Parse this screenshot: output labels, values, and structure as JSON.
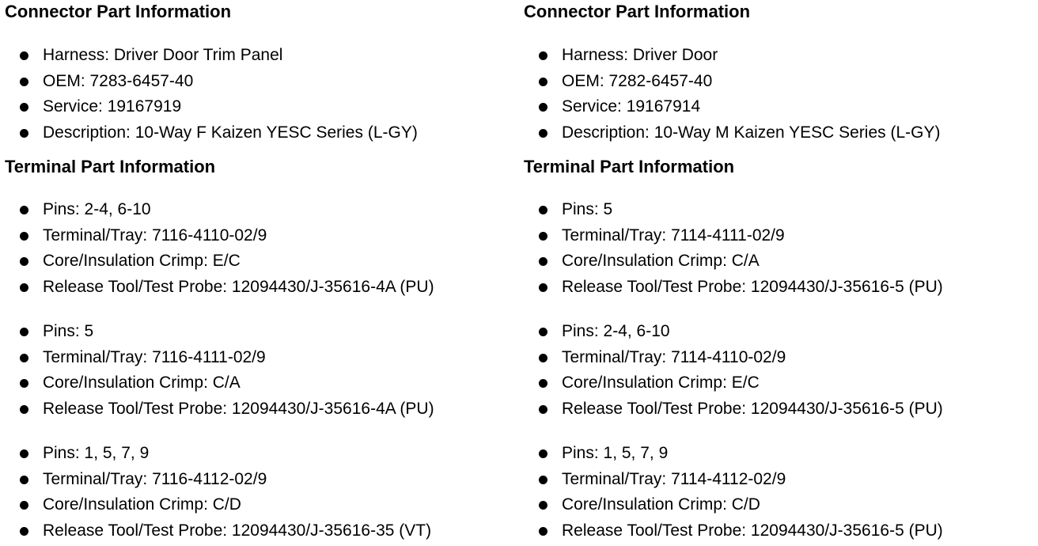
{
  "left": {
    "connector_heading": "Connector Part Information",
    "connector_items": [
      "Harness: Driver Door Trim Panel",
      "OEM: 7283-6457-40",
      "Service: 19167919",
      "Description: 10-Way F Kaizen YESC Series (L-GY)"
    ],
    "terminal_heading": "Terminal Part Information",
    "terminal_groups": [
      [
        "Pins: 2-4, 6-10",
        "Terminal/Tray: 7116-4110-02/9",
        "Core/Insulation Crimp: E/C",
        "Release Tool/Test Probe: 12094430/J-35616-4A (PU)"
      ],
      [
        "Pins: 5",
        "Terminal/Tray: 7116-4111-02/9",
        "Core/Insulation Crimp: C/A",
        "Release Tool/Test Probe: 12094430/J-35616-4A (PU)"
      ],
      [
        "Pins: 1, 5, 7, 9",
        "Terminal/Tray: 7116-4112-02/9",
        "Core/Insulation Crimp: C/D",
        "Release Tool/Test Probe: 12094430/J-35616-35 (VT)"
      ]
    ]
  },
  "right": {
    "connector_heading": "Connector Part Information",
    "connector_items": [
      "Harness: Driver Door",
      "OEM: 7282-6457-40",
      "Service: 19167914",
      "Description: 10-Way M Kaizen YESC Series (L-GY)"
    ],
    "terminal_heading": "Terminal Part Information",
    "terminal_groups": [
      [
        "Pins: 5",
        "Terminal/Tray: 7114-4111-02/9",
        "Core/Insulation Crimp: C/A",
        "Release Tool/Test Probe: 12094430/J-35616-5 (PU)"
      ],
      [
        "Pins: 2-4, 6-10",
        "Terminal/Tray: 7114-4110-02/9",
        "Core/Insulation Crimp: E/C",
        "Release Tool/Test Probe: 12094430/J-35616-5 (PU)"
      ],
      [
        "Pins: 1, 5, 7, 9",
        "Terminal/Tray: 7114-4112-02/9",
        "Core/Insulation Crimp: C/D",
        "Release Tool/Test Probe: 12094430/J-35616-5 (PU)"
      ]
    ]
  }
}
